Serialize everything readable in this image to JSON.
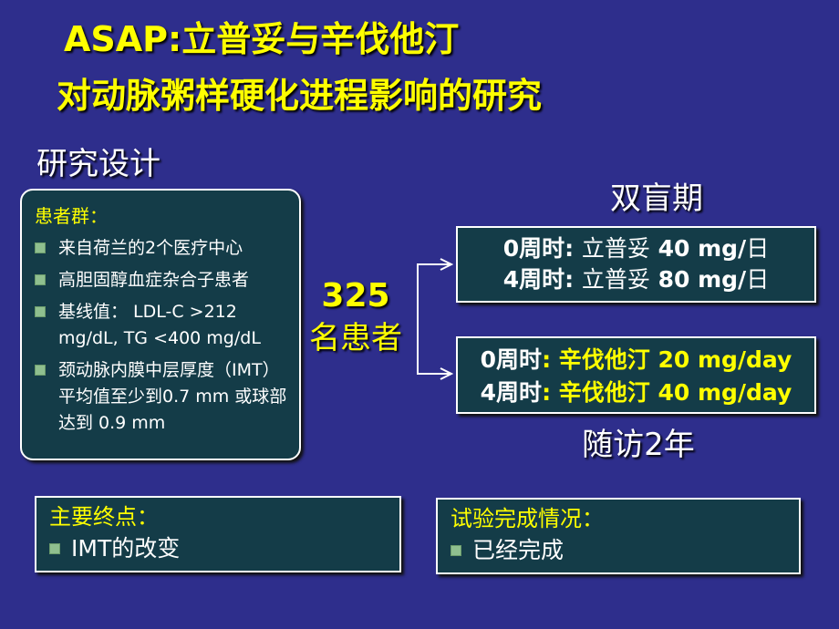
{
  "title": {
    "line1": "ASAP:立普妥与辛伐他汀",
    "line2": "对动脉粥样硬化进程影响的研究"
  },
  "subtitle": "研究设计",
  "patients": {
    "heading": "患者群：",
    "items": [
      "来自荷兰的2个医疗中心",
      "高胆固醇血症杂合子患者",
      "基线值： LDL-C >212 mg/dL, TG <400 mg/dL",
      "颈动脉内膜中层厚度（IMT）平均值至少到0.7 mm 或球部达到 0.9 mm"
    ]
  },
  "enrollment": {
    "count": "325",
    "label": "名患者"
  },
  "double_blind_label": "双盲期",
  "followup_label": "随访2年",
  "arm1": {
    "line1_a": "0周时: ",
    "line1_b": "立普妥",
    "line1_c": " 40 mg/",
    "line1_d": "日",
    "line2_a": "4周时: ",
    "line2_b": "立普妥",
    "line2_c": " 80 mg/",
    "line2_d": "日"
  },
  "arm2": {
    "line1_a": "0周时",
    "line1_b": ": 辛伐他汀 20 mg/day",
    "line2_a": "4周时",
    "line2_b": ": 辛伐他汀 40 mg/day"
  },
  "endpoint": {
    "heading": "主要终点：",
    "item": "IMT的改变"
  },
  "status": {
    "heading": "试验完成情况：",
    "item": "已经完成"
  },
  "colors": {
    "background": "#2e2e8c",
    "box": "#143c48",
    "accent": "#ffff00",
    "bullet": "#8fbf8f"
  }
}
